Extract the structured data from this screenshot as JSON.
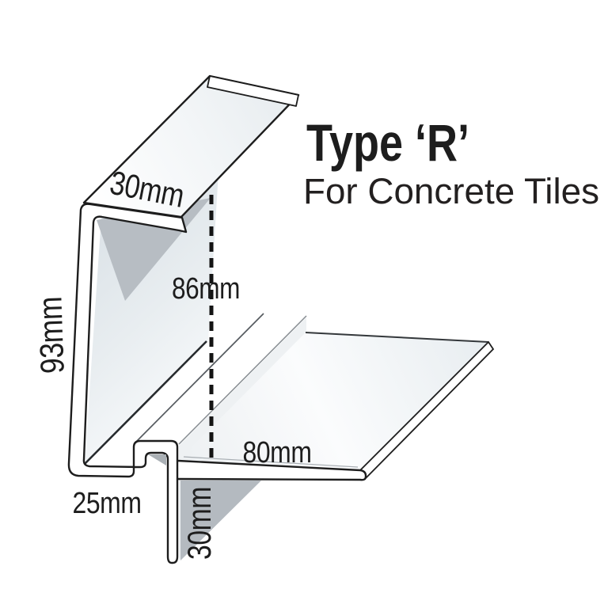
{
  "header": {
    "title": "Type ‘R’",
    "subtitle": "For Concrete Tiles"
  },
  "dimensions": {
    "top_flange": "30mm",
    "vertical_drop": "86mm",
    "web_depth": "93mm",
    "bottom_return": "25mm",
    "kick_leg": "30mm",
    "support_flange": "80mm"
  },
  "colors": {
    "accent_red": "#e3212b",
    "line_ink": "#1d1d1d",
    "shadow_gray": "#b6bcc2"
  }
}
